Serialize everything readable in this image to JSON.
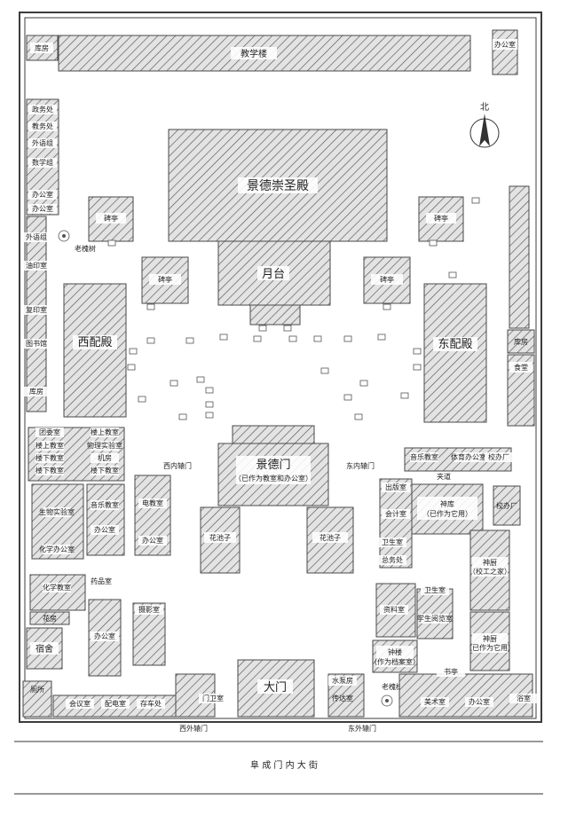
{
  "map": {
    "caption": "阜 成 门 内 大 街",
    "north_label": "北",
    "buildings": {
      "library_top": "库房",
      "teaching_building": "教学楼",
      "office_top_right": "办公室",
      "main_hall": "景德崇圣殿",
      "yuetai": "月台",
      "stele_nw": "碑亭",
      "stele_ne": "碑亭",
      "stele_w": "碑亭",
      "stele_e": "碑亭",
      "west_hall": "西配殿",
      "east_hall": "东配殿",
      "old_tree": "老槐树",
      "old_tree_2": "老槐树",
      "jingde_gate": "景德门",
      "jingde_gate_note": "（已作为教室和办公室）",
      "west_inner_gate": "西内辕门",
      "east_inner_gate": "东内辕门",
      "west_outer_gate": "西外辕门",
      "east_outer_gate": "东外辕门",
      "main_gate": "大门",
      "west_flower_pavilion": "花池子",
      "east_flower_pavilion": "花池子",
      "shenku_1": "神库",
      "shenku_1_note": "（已作为它用）",
      "shenku_2": "神厨",
      "shenku_2_note": "（校工之家）",
      "shenku_3": "神厨",
      "shenku_3_note": "（已作为它用）",
      "dormitory": "宿舍",
      "greenhouse": "花房",
      "toilet": "厕所",
      "passage": "夹道",
      "watchman": "传达室",
      "jinglou": "钟楼",
      "jinglou_note": "（作为档案室）",
      "library": "图书馆",
      "storeroom": "库房",
      "canteen": "食堂",
      "school_factory": "校办厂"
    },
    "west_column": [
      "政务处",
      "教务处",
      "外语组",
      "数学组",
      "办公室",
      "办公室",
      "外语组",
      "油印室",
      "复印室",
      "图书馆",
      "库房"
    ],
    "west_rooms": [
      "团委室",
      "楼上教室",
      "楼下教室",
      "楼下教室",
      "物理实验室",
      "楼上教室",
      "楼下教室",
      "机房"
    ],
    "west_south_rooms": [
      "生物实验室",
      "化学办公室",
      "化学教室",
      "办公室",
      "音乐教室",
      "电教室",
      "办公室",
      "药品室",
      "摄影室",
      "办公室"
    ],
    "east_south_rooms": [
      "出版室",
      "会计室",
      "卫生室",
      "卫生室",
      "总务处",
      "学生阅览室",
      "资料室",
      "美术室",
      "办公室",
      "书亭",
      "音乐教室",
      "体育办公室",
      "校办厂",
      "门卫室",
      "存车处",
      "会议室",
      "配电室",
      "水泵房",
      "浴室"
    ]
  }
}
